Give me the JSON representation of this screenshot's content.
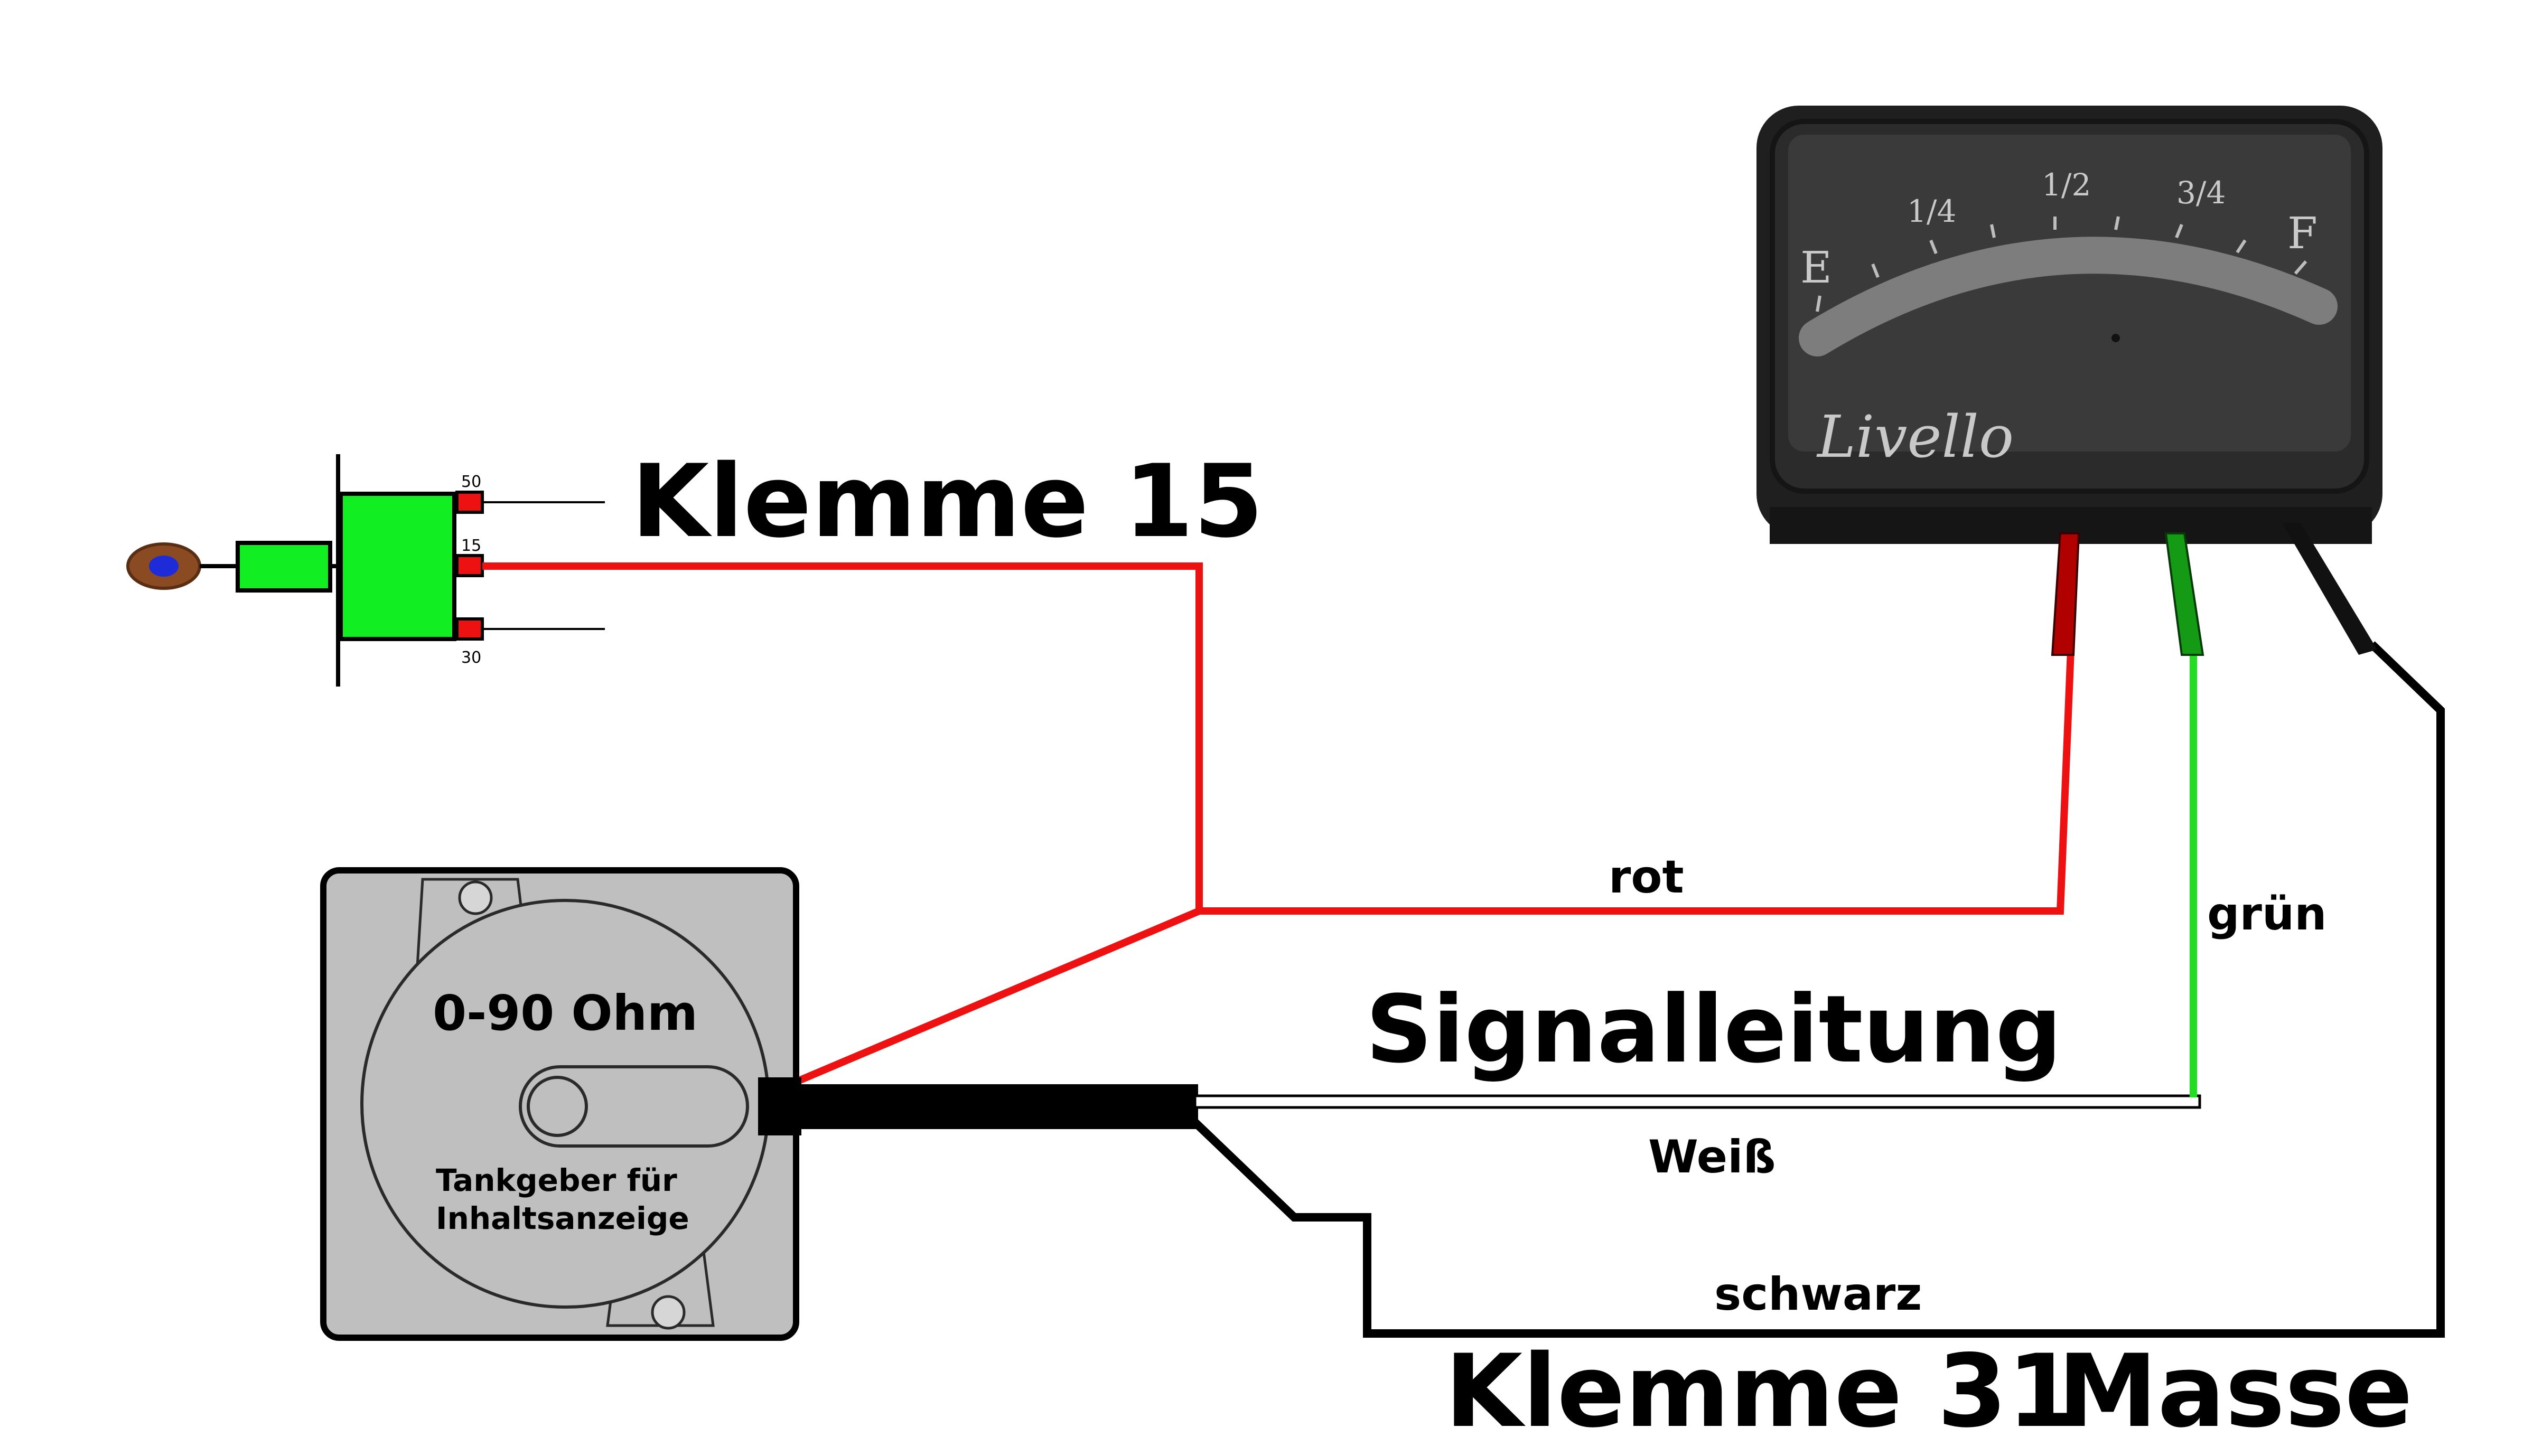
{
  "labels": {
    "klemme15": "Klemme 15",
    "klemme31": "Klemme 31",
    "masse": "Masse",
    "signalleitung": "Signalleitung",
    "rot": "rot",
    "gruen": "grün",
    "weiss": "Weiß",
    "schwarz": "schwarz"
  },
  "switch": {
    "pin_top": "50",
    "pin_mid": "15",
    "pin_bottom": "30"
  },
  "sender": {
    "resistance": "0-90 Ohm",
    "caption_line1": "Tankgeber für",
    "caption_line2": "Inhaltsanzeige"
  },
  "gauge": {
    "brand": "Livello",
    "mark_empty": "E",
    "mark_quarter": "1/4",
    "mark_half": "1/2",
    "mark_three_quarter": "3/4",
    "mark_full": "F"
  },
  "colors": {
    "wire_red": "#ee1111",
    "wire_green": "#22dd22",
    "wire_black": "#000000",
    "switch_green": "#11ee22",
    "pin_red": "#ee1111",
    "gauge_body": "#2b2b2b",
    "sender_gray": "#bfbfbf"
  }
}
